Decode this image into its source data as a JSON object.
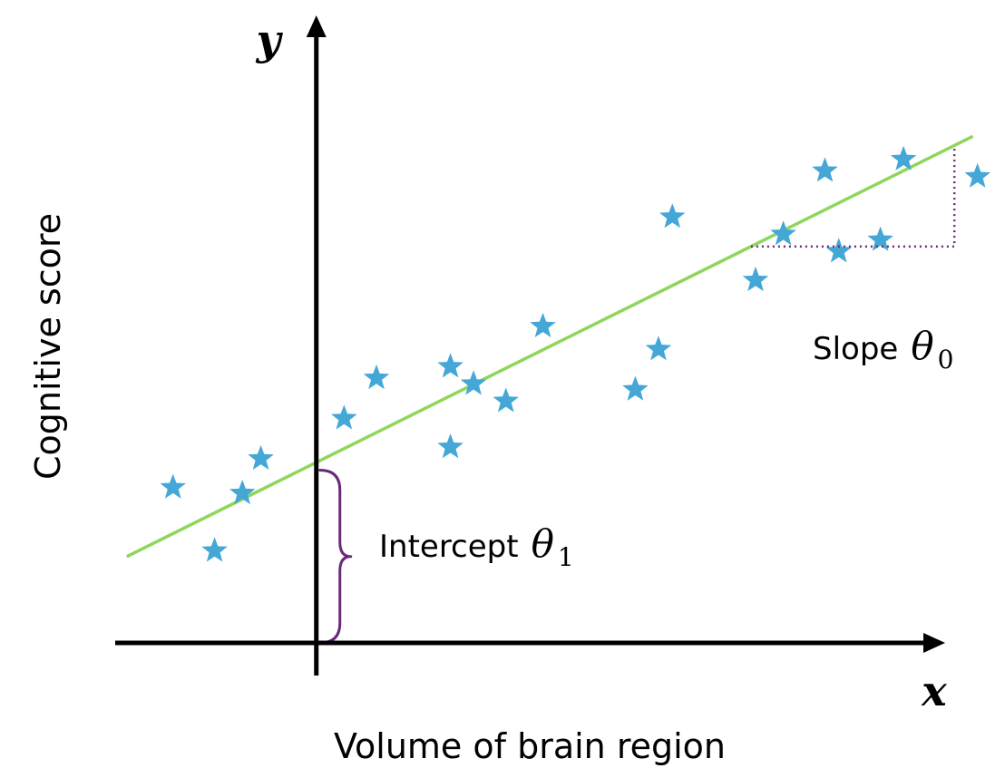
{
  "colors": {
    "axis": "#000000",
    "points": "#45a7d6",
    "fit_line": "#8fd65c",
    "annotation": "#6a2a7a"
  },
  "chart_data": {
    "type": "scatter",
    "xlabel": "Volume of brain region",
    "ylabel": "Cognitive score",
    "x_axis_symbol": "x",
    "y_axis_symbol": "y",
    "grid": false,
    "xlim": [
      -4.35,
      13.6
    ],
    "ylim": [
      0,
      10.9
    ],
    "points": [
      [
        -3.1,
        2.7
      ],
      [
        -2.2,
        1.6
      ],
      [
        -1.6,
        2.6
      ],
      [
        -1.2,
        3.2
      ],
      [
        0.6,
        3.9
      ],
      [
        1.3,
        4.6
      ],
      [
        2.9,
        4.8
      ],
      [
        2.9,
        3.4
      ],
      [
        3.4,
        4.5
      ],
      [
        4.1,
        4.2
      ],
      [
        4.9,
        5.5
      ],
      [
        6.9,
        4.4
      ],
      [
        7.4,
        5.1
      ],
      [
        7.7,
        7.4
      ],
      [
        9.5,
        6.3
      ],
      [
        10.1,
        7.1
      ],
      [
        11.0,
        8.2
      ],
      [
        11.3,
        6.8
      ],
      [
        12.2,
        7.0
      ],
      [
        12.7,
        8.4
      ],
      [
        14.3,
        8.1
      ]
    ],
    "fit_line": {
      "x": [
        -4.1,
        14.2
      ],
      "y": [
        1.5,
        8.8
      ]
    },
    "annotations": {
      "intercept": {
        "label": "Intercept",
        "symbol": "θ",
        "subscript": "1",
        "y_from": 0,
        "y_to": 3.0
      },
      "slope": {
        "label": "Slope",
        "symbol": "θ",
        "subscript": "0",
        "x_from": 9.4,
        "x_to": 13.8
      }
    }
  }
}
